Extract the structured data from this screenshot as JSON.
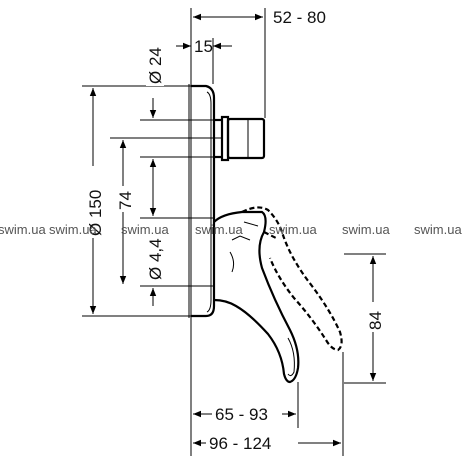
{
  "dimensions": {
    "d52_80": "52 - 80",
    "d15": "15",
    "d24": "Ø 24",
    "d150": "Ø 150",
    "d74": "74",
    "d44": "Ø 4,4",
    "d84": "84",
    "d65_93": "65 - 93",
    "d96_124": "96 - 124"
  },
  "watermark": "swim.ua",
  "colors": {
    "line": "#000000",
    "watermark": "#555555",
    "background": "#ffffff"
  }
}
